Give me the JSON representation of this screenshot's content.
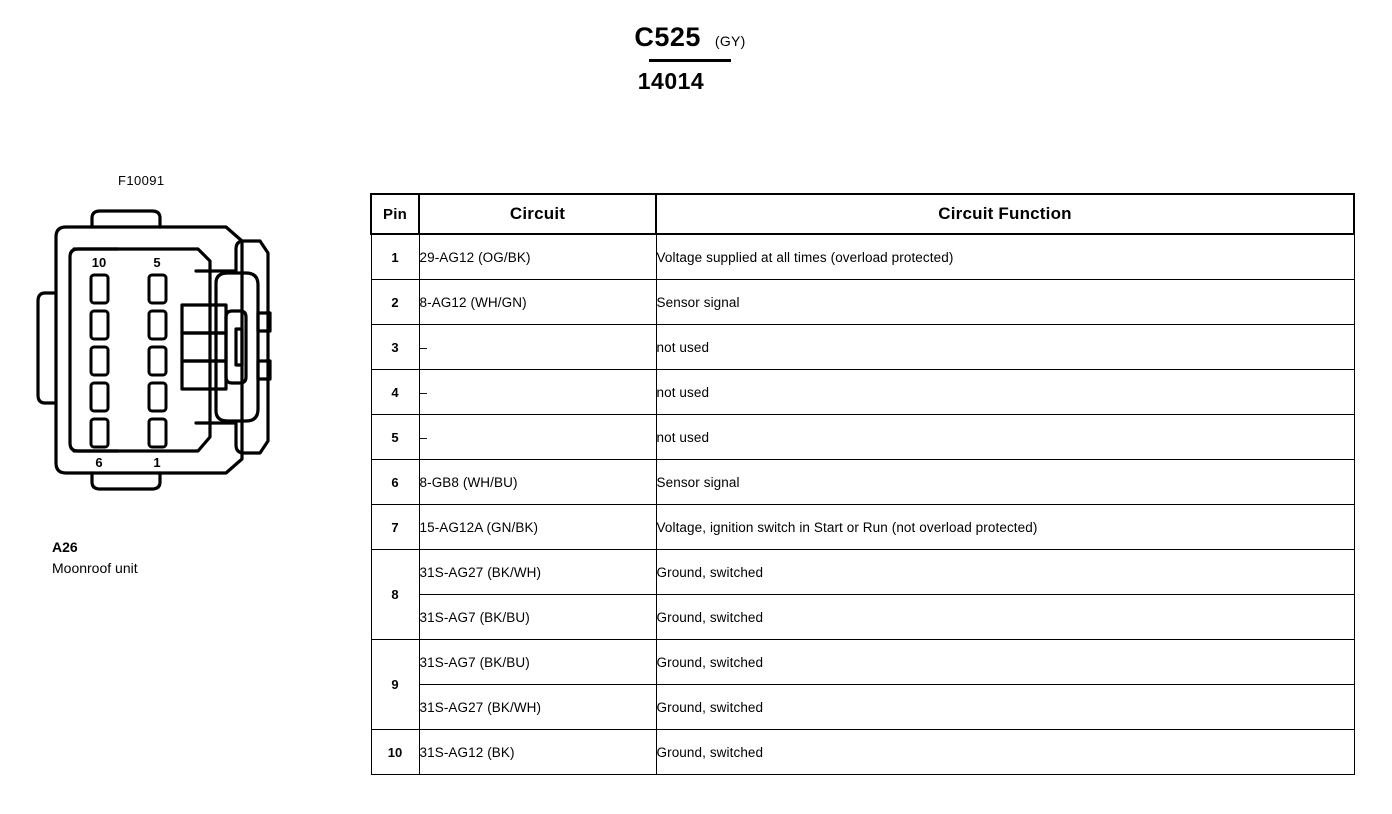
{
  "title": {
    "connector_id": "C525",
    "color_code": "(GY)",
    "part_number": "14014"
  },
  "connector": {
    "reference": "F10091",
    "component_code": "A26",
    "component_name": "Moonroof unit",
    "cavity_count": 10,
    "corner_labels": {
      "top_left": "10",
      "top_right": "5",
      "bottom_left": "6",
      "bottom_right": "1"
    }
  },
  "table": {
    "headers": {
      "pin": "Pin",
      "circuit": "Circuit",
      "function": "Circuit Function"
    },
    "rows": [
      {
        "pin": "1",
        "circuit": "29-AG12 (OG/BK)",
        "function": "Voltage supplied at all times (overload protected)"
      },
      {
        "pin": "2",
        "circuit": "8-AG12 (WH/GN)",
        "function": "Sensor signal"
      },
      {
        "pin": "3",
        "circuit": "–",
        "function": "not used"
      },
      {
        "pin": "4",
        "circuit": "–",
        "function": "not used"
      },
      {
        "pin": "5",
        "circuit": "–",
        "function": "not used"
      },
      {
        "pin": "6",
        "circuit": "8-GB8 (WH/BU)",
        "function": "Sensor signal"
      },
      {
        "pin": "7",
        "circuit": "15-AG12A (GN/BK)",
        "function": "Voltage, ignition switch in Start or Run (not overload protected)"
      },
      {
        "pin": "8",
        "circuit": "31S-AG27 (BK/WH)",
        "function": "Ground, switched"
      },
      {
        "pin": "",
        "circuit": "31S-AG7 (BK/BU)",
        "function": "Ground, switched"
      },
      {
        "pin": "9",
        "circuit": "31S-AG7 (BK/BU)",
        "function": "Ground, switched"
      },
      {
        "pin": "",
        "circuit": "31S-AG27 (BK/WH)",
        "function": "Ground, switched"
      },
      {
        "pin": "10",
        "circuit": "31S-AG12 (BK)",
        "function": "Ground, switched"
      }
    ]
  },
  "colors": {
    "ink": "#000000",
    "paper": "#ffffff"
  }
}
